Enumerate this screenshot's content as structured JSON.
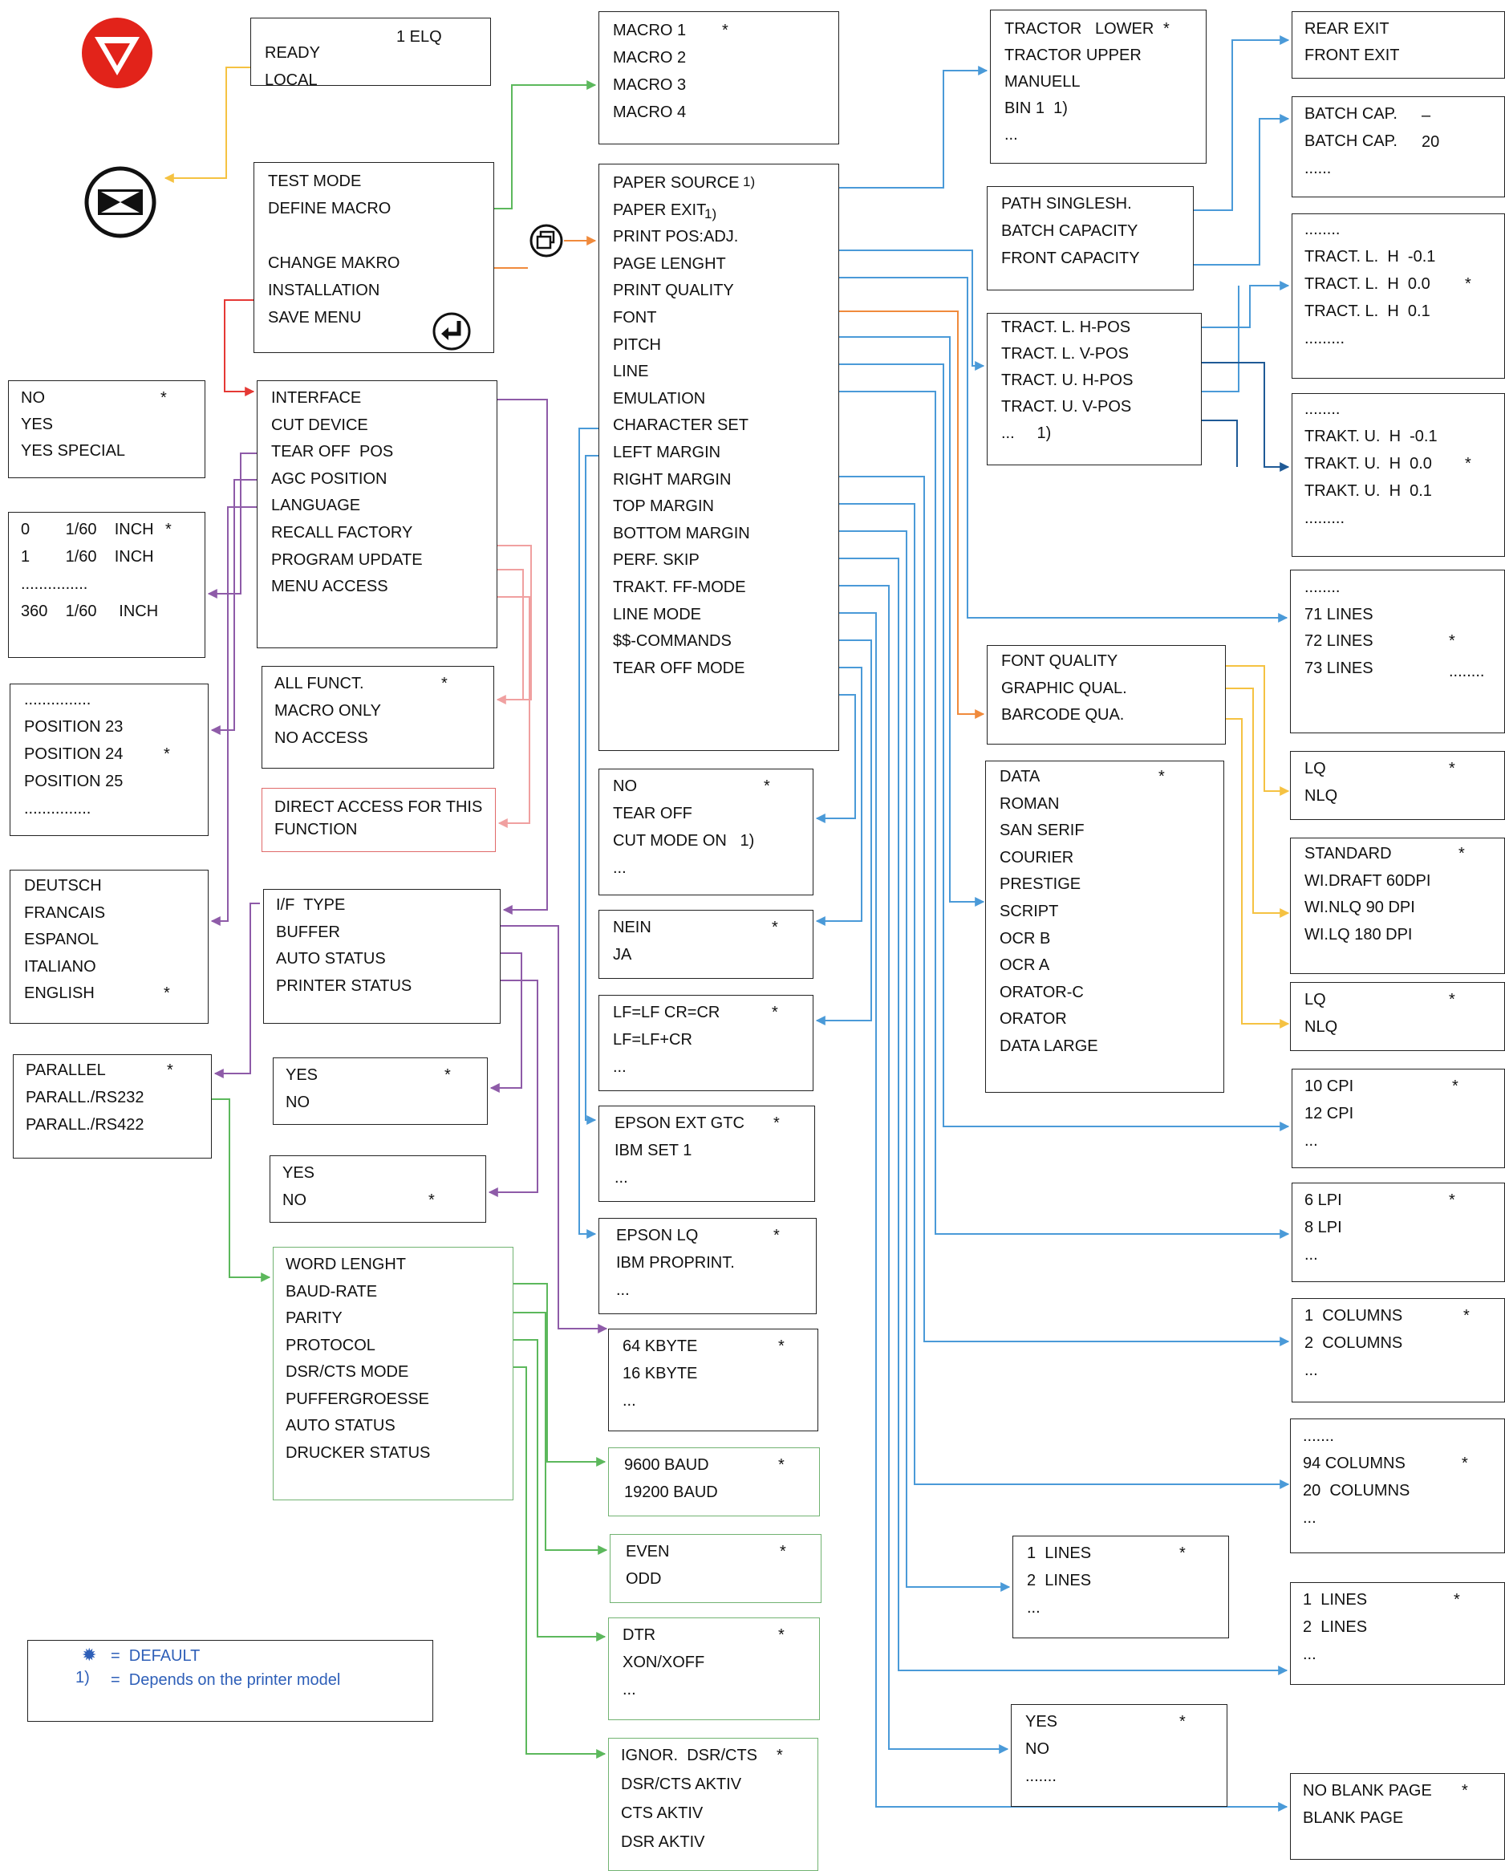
{
  "icons": {
    "online": "online-triangle-icon",
    "menu": "menu-hourglass-icon",
    "copy": "copy-windows-icon",
    "enter": "enter-return-icon"
  },
  "colors": {
    "yellow": "#f5c242",
    "green": "#5cb85c",
    "orange": "#f08a3c",
    "red": "#e53935",
    "purple": "#8e5ba8",
    "pink": "#f0a0a0",
    "blue": "#4a9ad8",
    "darkblue": "#1f5a96",
    "iconred": "#e2231a"
  },
  "boxes": [
    {
      "name": "ready-box",
      "lines": [
        "READY",
        "LOCAL"
      ]
    },
    {
      "name": "main-menu-box",
      "lines": [
        "TEST MODE",
        "DEFINE MACRO",
        "",
        "CHANGE MAKRO",
        "INSTALLATION",
        "SAVE MENU"
      ]
    },
    {
      "name": "macro-box",
      "lines": [
        "MACRO 1",
        "MACRO 2",
        "MACRO 3",
        "MACRO 4"
      ]
    },
    {
      "name": "paper-menu-box",
      "lines": [
        "PAPER SOURCE",
        "PAPER EXIT",
        "PRINT POS:ADJ.",
        "PAGE LENGHT",
        "PRINT QUALITY",
        "FONT",
        "PITCH",
        "LINE",
        "EMULATION",
        "CHARACTER SET",
        "LEFT MARGIN",
        "RIGHT MARGIN",
        "TOP MARGIN",
        "BOTTOM MARGIN",
        "PERF. SKIP",
        "TRAKT. FF-MODE",
        "LINE MODE",
        "$$-COMMANDS",
        "TEAR OFF MODE"
      ]
    },
    {
      "name": "tractor-box",
      "lines": [
        "TRACTOR   LOWER",
        "TRACTOR UPPER",
        "MANUELL",
        "BIN 1  1)",
        "..."
      ]
    },
    {
      "name": "exit-box",
      "lines": [
        "REAR EXIT",
        "FRONT EXIT"
      ]
    },
    {
      "name": "path-box",
      "lines": [
        "PATH SINGLESH.",
        "BATCH CAPACITY",
        "FRONT CAPACITY"
      ]
    },
    {
      "name": "batch-box",
      "lines": [
        "BATCH CAP.",
        "BATCH CAP.",
        "......"
      ]
    },
    {
      "name": "tract-pos-box",
      "lines": [
        "TRACT. L. H-POS",
        "TRACT. L. V-POS",
        "TRACT. U. H-POS",
        "TRACT. U. V-POS",
        "...     1)"
      ]
    },
    {
      "name": "tract-l-box",
      "lines": [
        "........",
        "TRACT. L.  H  -0.1",
        "TRACT. L.  H  0.0",
        "TRACT. L.  H  0.1",
        "........."
      ]
    },
    {
      "name": "trakt-u-box",
      "lines": [
        "........",
        "TRAKT. U.  H  -0.1",
        "TRAKT. U.  H  0.0",
        "TRAKT. U.  H  0.1",
        "........."
      ]
    },
    {
      "name": "install-box",
      "lines": [
        "INTERFACE",
        "CUT DEVICE",
        "TEAR OFF  POS",
        "AGC POSITION",
        "LANGUAGE",
        "RECALL FACTORY",
        "PROGRAM UPDATE",
        "MENU ACCESS"
      ]
    },
    {
      "name": "cut-device-box",
      "lines": [
        "NO",
        "YES",
        "YES SPECIAL"
      ]
    },
    {
      "name": "tearoff-pos-box",
      "lines": [
        "0        1/60    INCH",
        "1        1/60    INCH",
        "...............",
        "360    1/60     INCH"
      ]
    },
    {
      "name": "agc-box",
      "lines": [
        "...............",
        "POSITION 23",
        "POSITION 24",
        "POSITION 25",
        "..............."
      ]
    },
    {
      "name": "language-box",
      "lines": [
        "DEUTSCH",
        "FRANCAIS",
        "ESPANOL",
        "ITALIANO",
        "ENGLISH"
      ]
    },
    {
      "name": "access-box",
      "lines": [
        "ALL FUNCT.",
        "MACRO ONLY",
        "NO ACCESS"
      ]
    },
    {
      "name": "direct-access-box",
      "lines": [
        "DIRECT ACCESS FOR THIS",
        "FUNCTION"
      ]
    },
    {
      "name": "interface-box",
      "lines": [
        "I/F  TYPE",
        "BUFFER",
        "AUTO STATUS",
        "PRINTER STATUS"
      ]
    },
    {
      "name": "parallel-box",
      "lines": [
        "PARALLEL",
        "PARALL./RS232",
        "PARALL./RS422"
      ]
    },
    {
      "name": "auto-status-box",
      "lines": [
        "YES",
        "NO"
      ]
    },
    {
      "name": "printer-status-box",
      "lines": [
        "YES",
        "NO"
      ]
    },
    {
      "name": "serial-box",
      "lines": [
        "WORD LENGHT",
        "BAUD-RATE",
        "PARITY",
        "PROTOCOL",
        "DSR/CTS MODE",
        "PUFFERGROESSE",
        "AUTO STATUS",
        "DRUCKER STATUS"
      ]
    },
    {
      "name": "tearoff-mode-box",
      "lines": [
        "NO",
        "TEAR OFF",
        "CUT MODE ON   1)",
        "..."
      ]
    },
    {
      "name": "commands-box",
      "lines": [
        "NEIN",
        "JA"
      ]
    },
    {
      "name": "linemode-box",
      "lines": [
        "LF=LF CR=CR",
        "LF=LF+CR",
        "..."
      ]
    },
    {
      "name": "charset-box",
      "lines": [
        "EPSON EXT GTC",
        "IBM SET 1",
        "..."
      ]
    },
    {
      "name": "emulation-box",
      "lines": [
        "EPSON LQ",
        "IBM PROPRINT.",
        "..."
      ]
    },
    {
      "name": "buffer-box",
      "lines": [
        "64 KBYTE",
        "16 KBYTE",
        "..."
      ]
    },
    {
      "name": "baud-box",
      "lines": [
        "9600 BAUD",
        "19200 BAUD"
      ]
    },
    {
      "name": "parity-box",
      "lines": [
        "EVEN",
        "ODD"
      ]
    },
    {
      "name": "protocol-box",
      "lines": [
        "DTR",
        "XON/XOFF",
        "..."
      ]
    },
    {
      "name": "dsrcts-box",
      "lines": [
        "IGNOR.  DSR/CTS",
        "DSR/CTS AKTIV",
        "CTS AKTIV",
        "DSR AKTIV"
      ]
    },
    {
      "name": "quality-box",
      "lines": [
        "FONT QUALITY",
        "GRAPHIC QUAL.",
        "BARCODE QUA."
      ]
    },
    {
      "name": "font-box",
      "lines": [
        "DATA",
        "ROMAN",
        "SAN SERIF",
        "COURIER",
        "PRESTIGE",
        "SCRIPT",
        "OCR B",
        "OCR A",
        "ORATOR-C",
        "ORATOR",
        "DATA LARGE"
      ]
    },
    {
      "name": "pagelength-box",
      "lines": [
        "........",
        "71 LINES",
        "72 LINES",
        "73 LINES"
      ]
    },
    {
      "name": "fontq-box",
      "lines": [
        "LQ",
        "NLQ"
      ]
    },
    {
      "name": "graphicq-box",
      "lines": [
        "STANDARD",
        "WI.DRAFT 60DPI",
        "WI.NLQ 90 DPI",
        "WI.LQ 180 DPI"
      ]
    },
    {
      "name": "barcodeq-box",
      "lines": [
        "LQ",
        "NLQ"
      ]
    },
    {
      "name": "pitch-box",
      "lines": [
        "10 CPI",
        "12 CPI",
        "..."
      ]
    },
    {
      "name": "lpi-box",
      "lines": [
        "6 LPI",
        "8 LPI",
        "..."
      ]
    },
    {
      "name": "leftmargin-box",
      "lines": [
        "1  COLUMNS",
        "2  COLUMNS",
        "..."
      ]
    },
    {
      "name": "rightmargin-box",
      "lines": [
        ".......",
        "94 COLUMNS",
        "20  COLUMNS",
        "..."
      ]
    },
    {
      "name": "topmargin-box",
      "lines": [
        "1  LINES",
        "2  LINES",
        "..."
      ]
    },
    {
      "name": "bottommargin-box",
      "lines": [
        "1  LINES",
        "2  LINES",
        "..."
      ]
    },
    {
      "name": "perfskip-box",
      "lines": [
        "YES",
        "NO",
        "......."
      ]
    },
    {
      "name": "ffmode-box",
      "lines": [
        "NO BLANK PAGE",
        "BLANK PAGE"
      ]
    },
    {
      "name": "legend-box",
      "lines": [
        "=  DEFAULT",
        "=  Depends on the printer model"
      ]
    }
  ],
  "extras": [
    "1 ELQ",
    "1)",
    "1)",
    "–",
    "20",
    "........",
    "*",
    "✹",
    "1)"
  ]
}
